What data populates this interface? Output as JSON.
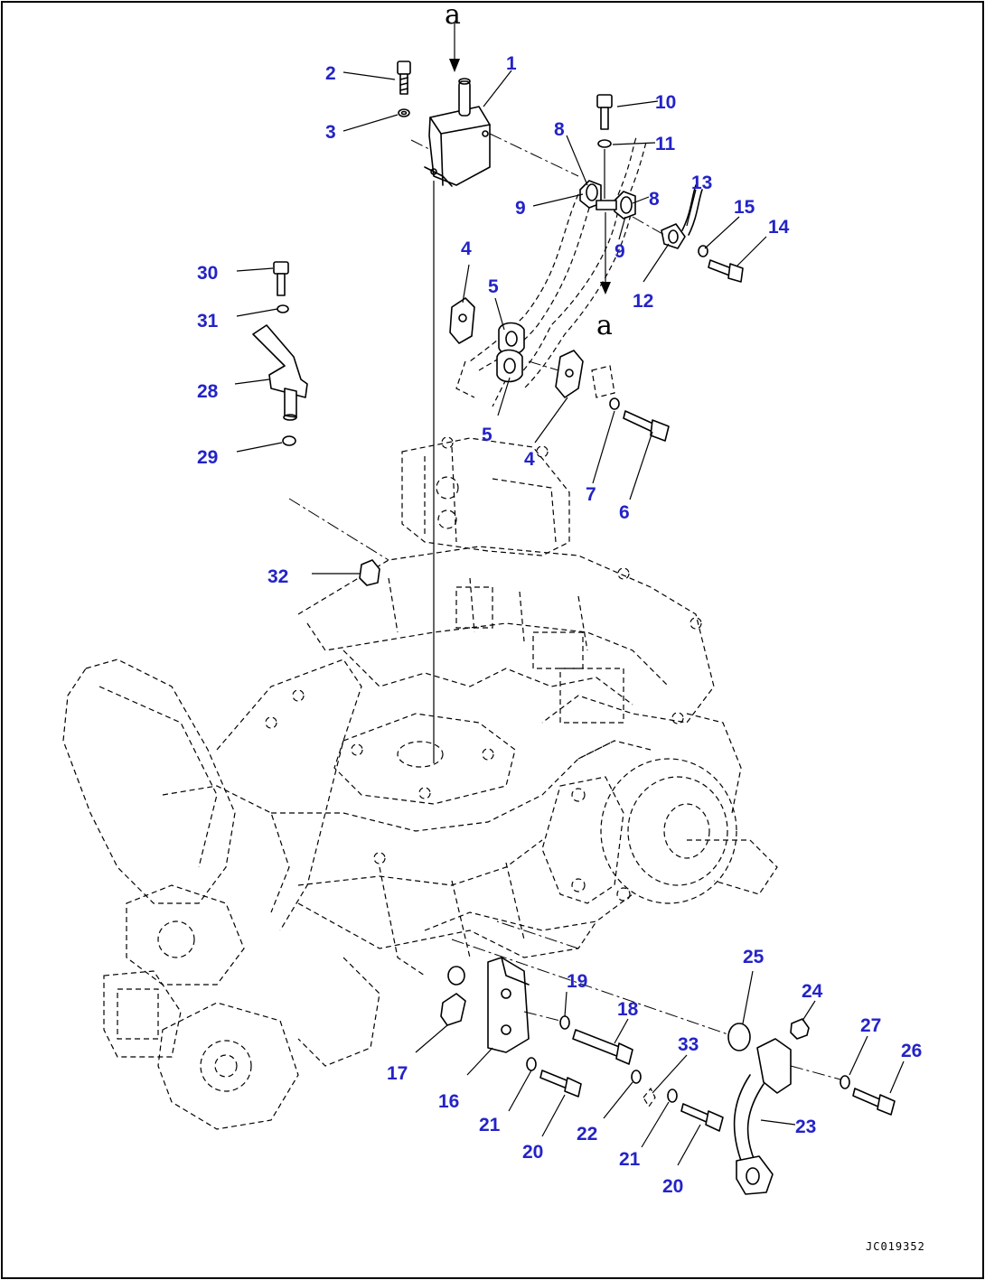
{
  "callouts": [
    "1",
    "2",
    "3",
    "4",
    "5",
    "6",
    "7",
    "8",
    "9",
    "10",
    "11",
    "12",
    "13",
    "14",
    "15",
    "16",
    "17",
    "18",
    "19",
    "20",
    "21",
    "22",
    "23",
    "24",
    "25",
    "26",
    "27",
    "28",
    "29",
    "30",
    "31",
    "32",
    "33"
  ],
  "repeat_callouts": {
    "n4b": "4",
    "n5b": "5",
    "n8b": "8",
    "n9b": "9",
    "n20b": "20",
    "n21b": "21"
  },
  "view_marker": "a",
  "drawing_code": "JC019352",
  "colors": {
    "callout": "#2323c8",
    "line": "#000000",
    "background": "#ffffff"
  }
}
